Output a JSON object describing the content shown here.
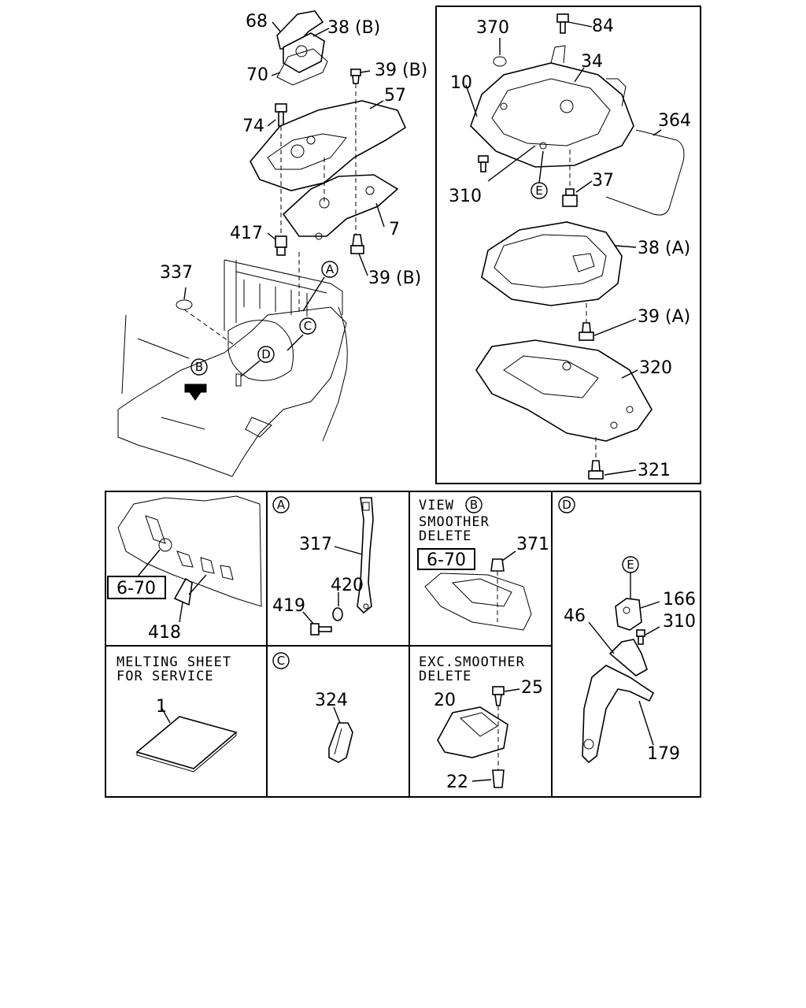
{
  "callouts_main": [
    "68",
    "38 (B)",
    "70",
    "39 (B)",
    "57",
    "74",
    "7",
    "417",
    "39 (B)",
    "337"
  ],
  "callouts_right": [
    "370",
    "84",
    "34",
    "10",
    "364",
    "310",
    "37",
    "38 (A)",
    "39 (A)",
    "320",
    "321"
  ],
  "circle_letters": [
    "A",
    "B",
    "C",
    "D",
    "E"
  ],
  "panels": {
    "p1": {
      "ref": "6-70",
      "part": "418"
    },
    "pA": {
      "letter": "A",
      "parts": [
        "317",
        "420",
        "419"
      ]
    },
    "pB": {
      "title1": "VIEW",
      "letter": "B",
      "title2": "SMOOTHER",
      "title3": "DELETE",
      "ref": "6-70",
      "part": "371"
    },
    "pD": {
      "letter": "D",
      "circle": "E",
      "parts": [
        "166",
        "46",
        "310",
        "179"
      ]
    },
    "pM": {
      "title1": "MELTING SHEET",
      "title2": "FOR SERVICE",
      "part": "1"
    },
    "pC": {
      "letter": "C",
      "part": "324"
    },
    "pX": {
      "title1": "EXC.SMOOTHER",
      "title2": "DELETE",
      "parts": [
        "25",
        "20",
        "22"
      ]
    }
  }
}
